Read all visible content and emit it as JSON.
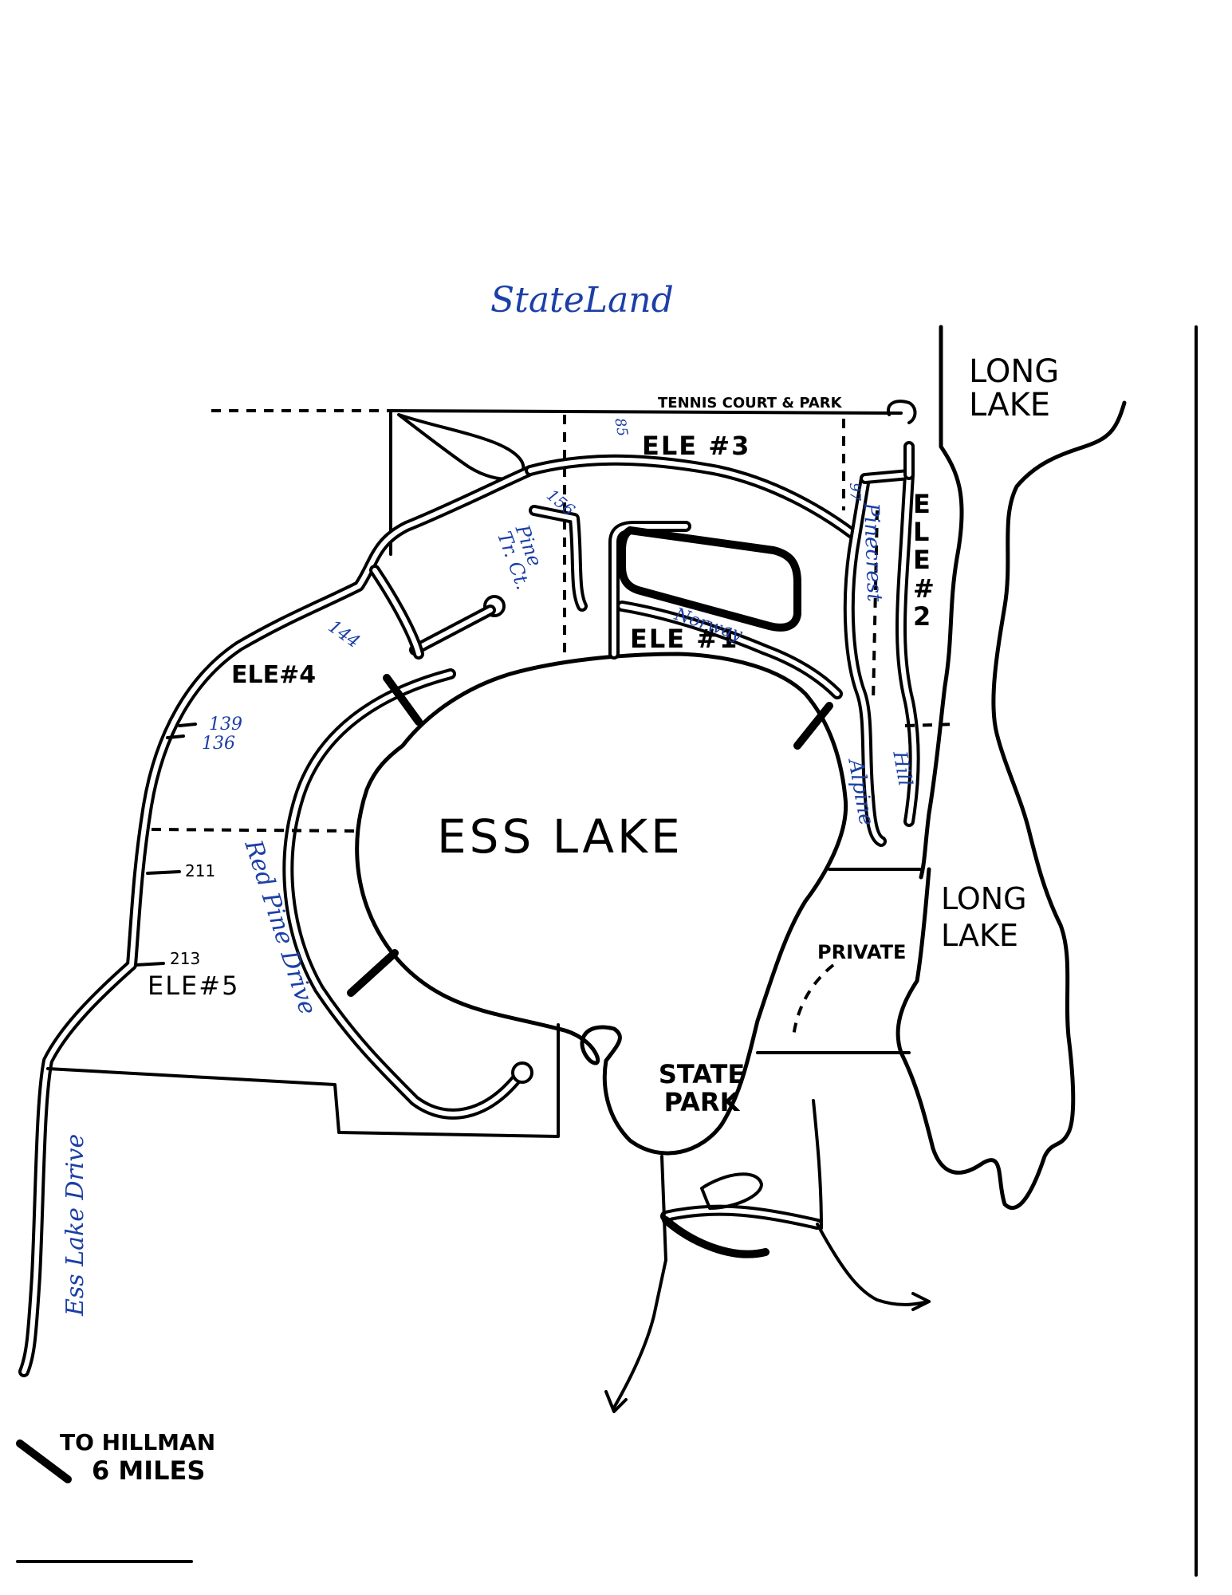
{
  "annotations": {
    "state_land": "StateLand",
    "tennis": "TENNIS COURT & PARK",
    "long_lake_top": "LONG LAKE",
    "long_lake_bottom": "LONG LAKE",
    "ess_lake": "ESS LAKE",
    "private": "PRIVATE",
    "state_park": "STATE PARK",
    "to_hillman_1": "TO HILLMAN",
    "to_hillman_2": "6 MILES"
  },
  "sections": {
    "ele1": "ELE #1",
    "ele2": "E L E # 2",
    "ele3": "ELE #3",
    "ele4": "ELE#4",
    "ele5": "ELE#5"
  },
  "roads": {
    "red_pine": "Red Pine Drive",
    "ess_lake_drive": "Ess Lake Drive",
    "pine_tr": "Pine Tr. Ct.",
    "pinecrest": "Pinecrest",
    "alpine": "Alpine",
    "hill": "Hill",
    "norway": "Norway"
  },
  "lot_numbers": {
    "n156": "156",
    "n144": "144",
    "n139": "139",
    "n136": "136",
    "n211": "211",
    "n213": "213",
    "n97": "97",
    "n85": "85"
  },
  "colors": {
    "ink": "#000000",
    "pen": "#1b3fa6"
  }
}
